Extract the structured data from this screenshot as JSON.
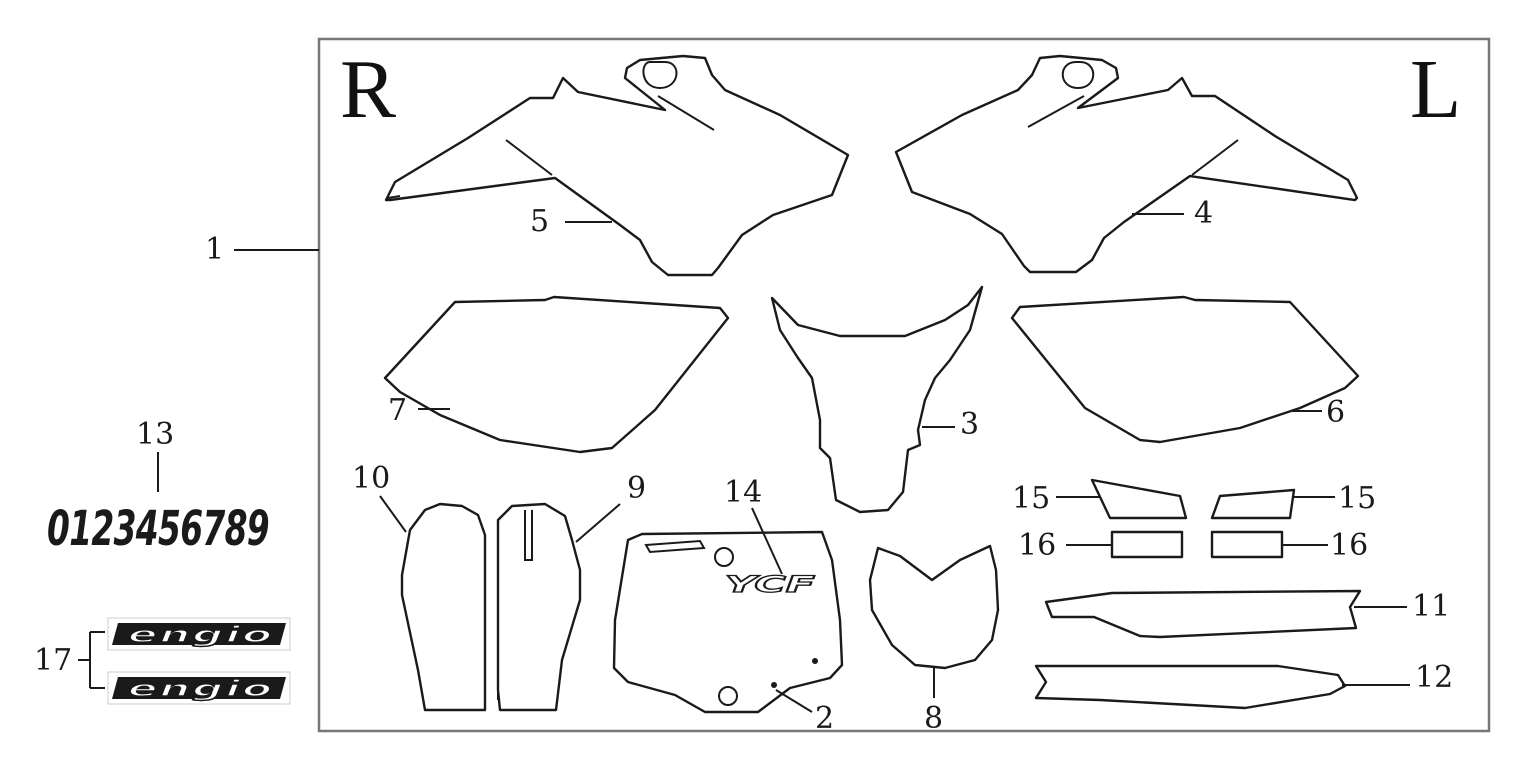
{
  "side_labels": {
    "right": "R",
    "left": "L"
  },
  "callouts": {
    "kit": "1",
    "number_plate": "2",
    "front_fender": "3",
    "left_shroud": "4",
    "right_shroud": "5",
    "left_side_panel": "6",
    "right_side_panel": "7",
    "headlight_mask": "8",
    "fork_guard_left": "9",
    "fork_guard_right": "10",
    "seat_stripe_upper": "11",
    "seat_stripe_lower": "12",
    "digits_sheet": "13",
    "ycf_logo": "14",
    "small_sticker_left": "15",
    "small_sticker_right": "15",
    "rect_sticker_left": "16",
    "rect_sticker_right": "16",
    "brand_decals": "17"
  },
  "digits_sheet_text": "0123456789",
  "plate_logo_text": "YCF",
  "brand_decal_text": "engio"
}
